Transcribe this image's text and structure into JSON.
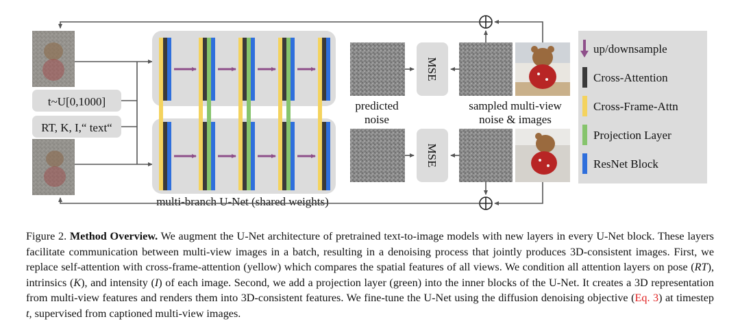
{
  "figure": {
    "input_labels": [
      "t~U[0,1000]",
      "RT, K, I,“ text“"
    ],
    "unet_label": "multi-branch U-Net (shared weights)",
    "predicted_noise_label": [
      "predicted",
      "noise"
    ],
    "mse_label": "MSE",
    "sampled_label": [
      "sampled multi-view",
      "noise & images"
    ],
    "legend": [
      {
        "label": "up/downsample",
        "color": "#8e4f8a",
        "icon": "arrow-down-icon"
      },
      {
        "label": "Cross-Attention",
        "color": "#3a3a3a",
        "icon": "bar"
      },
      {
        "label": "Cross-Frame-Attn",
        "color": "#f4d35e",
        "icon": "bar"
      },
      {
        "label": "Projection Layer",
        "color": "#86c46c",
        "icon": "bar"
      },
      {
        "label": "ResNet Block",
        "color": "#2f6fdc",
        "icon": "bar"
      }
    ],
    "plus_symbol": "+",
    "colors": {
      "panel": "#dcdcdc",
      "arrow": "#555555",
      "up_down": "#8e4f8a"
    }
  },
  "caption": {
    "prefix": "Figure 2. ",
    "title": "Method Overview.",
    "s1": " We augment the U-Net architecture of pretrained text-to-image models with new layers in every U-Net block. These layers facilitate communication between multi-view images in a batch, resulting in a denoising process that jointly produces 3D-consistent images. First, we replace self-attention with cross-frame-attention (yellow) which compares the spatial features of all views. We condition all attention layers on pose (",
    "rt": "RT",
    "s2": "), intrinsics (",
    "k": "K",
    "s3": "), and intensity (",
    "i": "I",
    "s4": ") of each image. Second, we add a projection layer (green) into the inner blocks of the U-Net. It creates a 3D representation from multi-view features and renders them into 3D-consistent features. We fine-tune the U-Net using the diffusion denoising objective (",
    "eq": "Eq. 3",
    "s5": ") at timestep ",
    "t": "t",
    "s6": ", supervised from captioned multi-view images."
  }
}
